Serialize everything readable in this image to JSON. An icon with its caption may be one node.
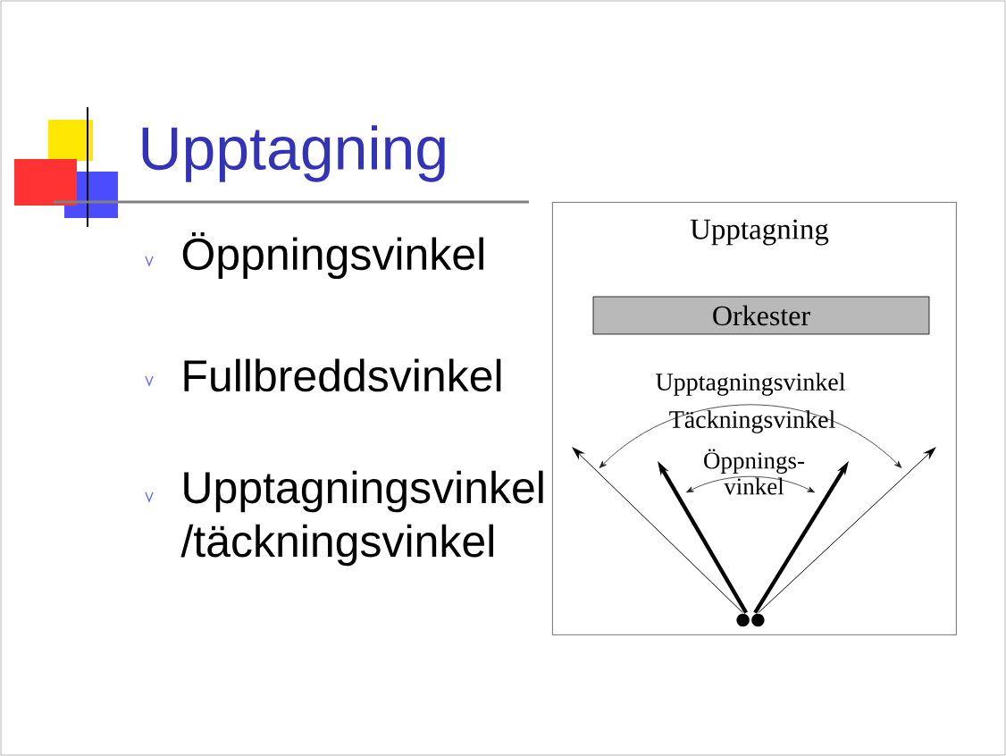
{
  "diagram": {
    "title": "Upptagning",
    "nodes": [
      {
        "text": [
          "Upptagning"
        ]
      },
      {
        "text": [
          "Orkester"
        ],
        "in": 0
      },
      {
        "text": [],
        "shape": "circle",
        "in": 0
      }
    ],
    "edges": [
      {
        "from": 2,
        "to": null,
        "arrow": "to"
      },
      {
        "from": 2,
        "to": null,
        "arrow": "to",
        "style": "thick"
      },
      {
        "from": 2,
        "to": null,
        "arrow": "to",
        "style": "thick"
      },
      {
        "from": 2,
        "to": null,
        "arrow": "to"
      }
    ],
    "labels": [
      "Öppningsvinkel",
      "Fullbreddsvinkel",
      "Upptagningsvinkel /täckningsvinkel",
      "Upptagningsvinkel",
      "Täckningsvinkel",
      "Öppnings- vinkel"
    ]
  }
}
